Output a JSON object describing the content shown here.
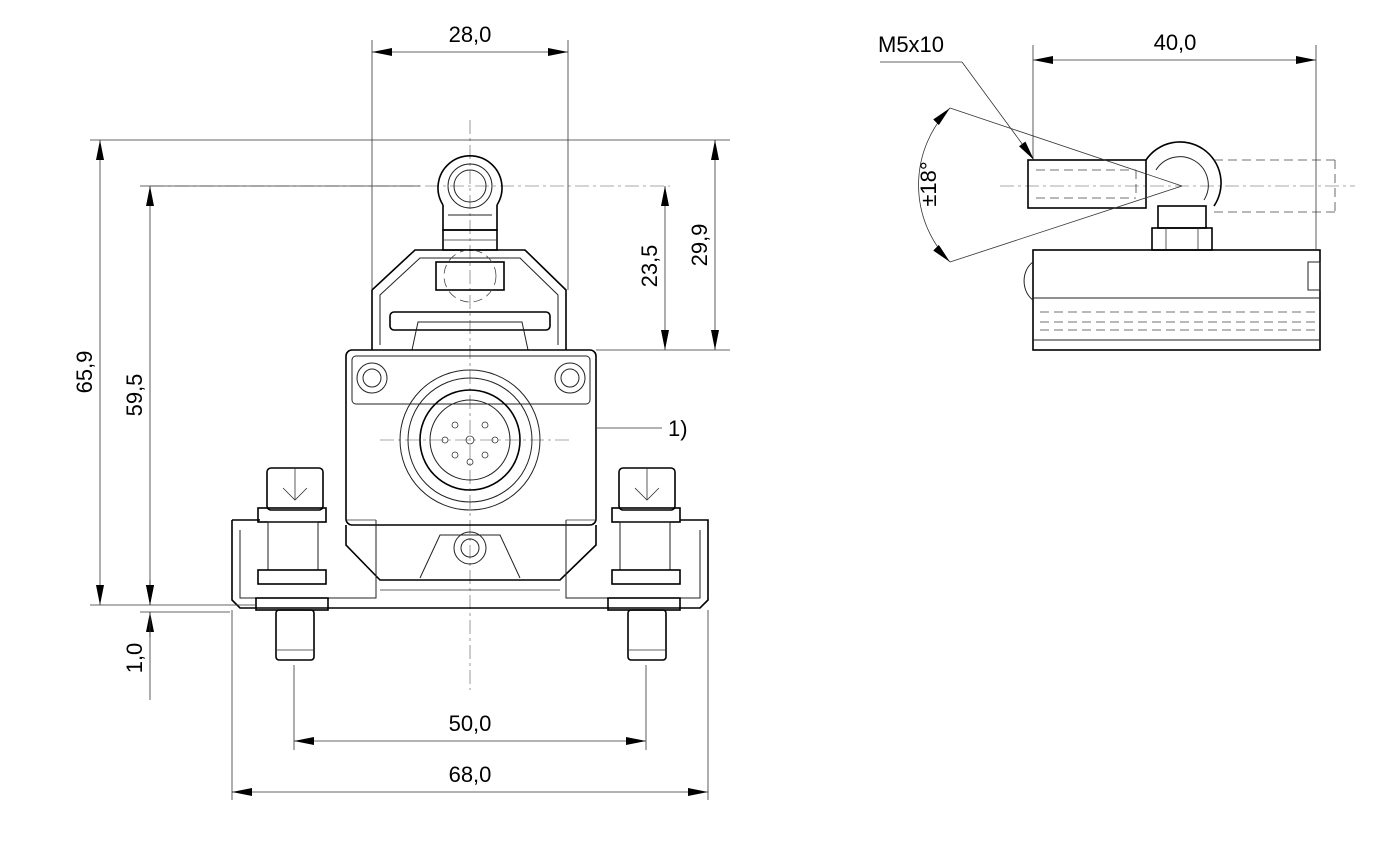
{
  "dimensions": {
    "top_width": "28,0",
    "total_height": "65,9",
    "height_to_roller": "59,5",
    "roller_to_body": "23,5",
    "top_to_body": "29,9",
    "offset": "1,0",
    "hole_spacing": "50,0",
    "total_width": "68,0",
    "side_length": "40,0",
    "thread_spec": "M5x10",
    "swivel_angle": "±18°"
  },
  "callouts": {
    "connector_note": "1)"
  }
}
